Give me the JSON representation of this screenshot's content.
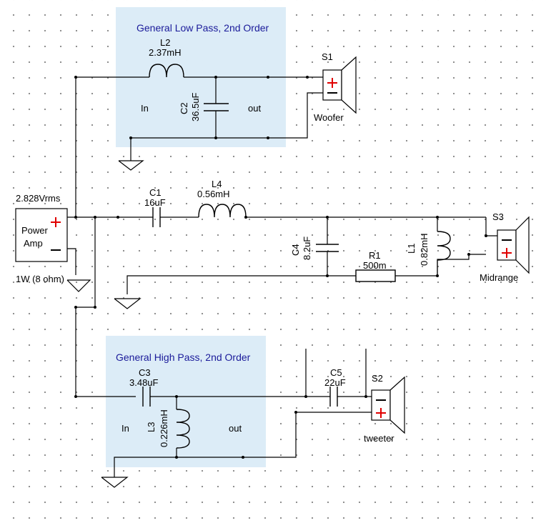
{
  "colors": {
    "filter_box": "#dcecf7",
    "filter_title": "#1a1a9a",
    "plus": "#e00000",
    "grid_dot": "#8a8a8a"
  },
  "amp": {
    "voltage": "2.828Vrms",
    "label_line1": "Power",
    "label_line2": "Amp",
    "power": "1W (8 ohm)"
  },
  "low_pass": {
    "title": "General Low Pass, 2nd Order",
    "in": "In",
    "out": "out",
    "inductor": {
      "ref": "L2",
      "value": "2.37mH"
    },
    "capacitor": {
      "ref": "C2",
      "value": "36.5uF"
    }
  },
  "high_pass": {
    "title": "General High Pass, 2nd Order",
    "in": "In",
    "out": "out",
    "capacitor": {
      "ref": "C3",
      "value": "3.48uF"
    },
    "inductor": {
      "ref": "L3",
      "value": "0.226mH"
    }
  },
  "mid_section": {
    "c1": {
      "ref": "C1",
      "value": "16uF"
    },
    "l4": {
      "ref": "L4",
      "value": "0.56mH"
    },
    "c4": {
      "ref": "C4",
      "value": "8.2uF"
    },
    "r1": {
      "ref": "R1",
      "value": "500m"
    },
    "l1": {
      "ref": "L1",
      "value": "0.82mH"
    }
  },
  "tweeter_cap": {
    "ref": "C5",
    "value": "22uF"
  },
  "speakers": {
    "woofer": {
      "ref": "S1",
      "label": "Woofer"
    },
    "midrange": {
      "ref": "S3",
      "label": "Midrange"
    },
    "tweeter": {
      "ref": "S2",
      "label": "tweeter"
    }
  }
}
